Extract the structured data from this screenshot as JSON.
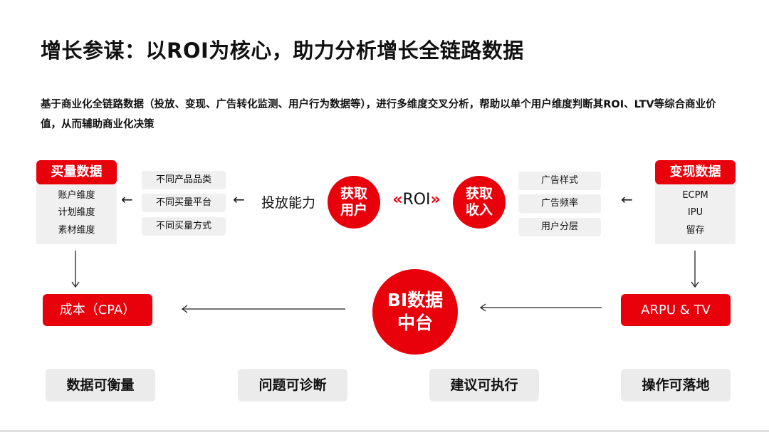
{
  "title": "增长参谋：以ROI为核心，助力分析增长全链路数据",
  "description": "基于商业化全链路数据（投放、变现、广告转化监测、用户行为数据等），进行多维度交叉分析，帮助以单个用户维度判断其ROI、LTV等综合商业价值，从而辅助商业化决策",
  "left_panel": {
    "label": "买量数据",
    "items": [
      "账户维度",
      "计划维度",
      "素材维度"
    ]
  },
  "right_panel": {
    "label": "变现数据",
    "items": [
      "ECPM",
      "IPU",
      "留存"
    ]
  },
  "left_pills": [
    "不同产品品类",
    "不同买量平台",
    "不同买量方式"
  ],
  "right_pills": [
    "广告样式",
    "广告频率",
    "用户分层"
  ],
  "launch_label": "投放能力",
  "circle_left": [
    "获取",
    "用户"
  ],
  "circle_right": [
    "获取",
    "收入"
  ],
  "roi": {
    "left_mark": "«",
    "text": "ROI",
    "right_mark": "»"
  },
  "bi_circle": [
    "BI数据",
    "中台"
  ],
  "cost_box": "成本（CPA）",
  "arpu_box": "ARPU & TV",
  "arrow_glyph": "←",
  "bottom_items": [
    "数据可衡量",
    "问题可诊断",
    "建议可执行",
    "操作可落地"
  ],
  "colors": {
    "accent": "#e8000b",
    "panel_gray": "#f0f0f0"
  }
}
